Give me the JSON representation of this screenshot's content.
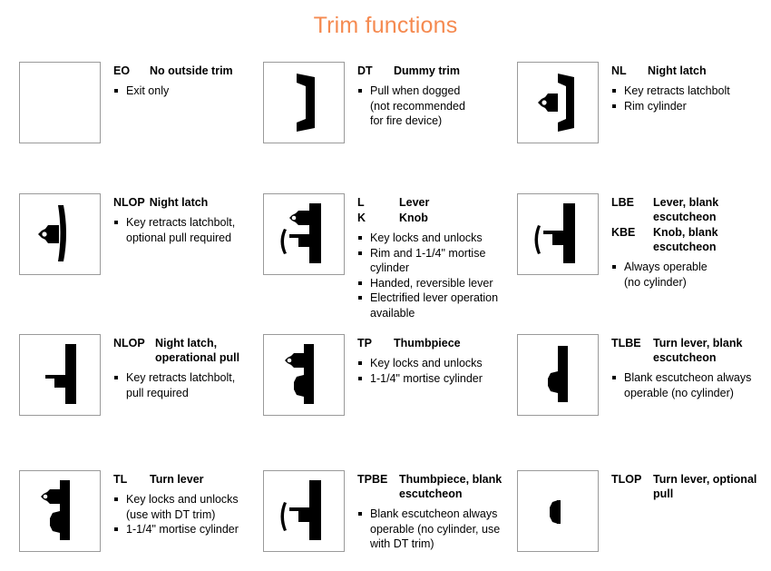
{
  "title": "Trim functions",
  "accent_color": "#f58a50",
  "box_border_color": "#9a9a9a",
  "text_color": "#000000",
  "items": [
    {
      "icon": "blank-trim-icon",
      "headings": [
        {
          "code": "EO",
          "name": "No outside trim"
        }
      ],
      "bullets": [
        "Exit only"
      ]
    },
    {
      "icon": "dummy-pull-trim-icon",
      "headings": [
        {
          "code": "DT",
          "name": "Dummy trim"
        }
      ],
      "bullets": [
        "Pull when dogged\n(not recommended\nfor fire device)"
      ]
    },
    {
      "icon": "night-latch-pull-icon",
      "headings": [
        {
          "code": "NL",
          "name": "Night latch"
        }
      ],
      "bullets": [
        "Key retracts latchbolt",
        "Rim cylinder"
      ]
    },
    {
      "icon": "night-latch-plate-icon",
      "headings": [
        {
          "code": "NLOP",
          "name": "Night latch"
        }
      ],
      "bullets": [
        "Key retracts latchbolt,\noptional pull required"
      ]
    },
    {
      "icon": "lever-knob-icon",
      "headings": [
        {
          "code": "L",
          "name": "Lever"
        },
        {
          "code": "K",
          "name": "Knob"
        }
      ],
      "bullets": [
        "Key locks and unlocks",
        "Rim and 1-1/4\" mortise\ncylinder",
        "Handed, reversible lever",
        "Electrified lever operation\navailable"
      ]
    },
    {
      "icon": "lever-blank-escutcheon-icon",
      "headings": [
        {
          "code": "LBE",
          "name": "Lever, blank\nescutcheon"
        },
        {
          "code": "KBE",
          "name": "Knob, blank\nescutcheon"
        }
      ],
      "bullets": [
        "Always operable\n(no cylinder)"
      ]
    },
    {
      "icon": "night-latch-operational-pull-icon",
      "headings": [
        {
          "code": "NLOP",
          "name": "Night latch,\n     operational pull"
        }
      ],
      "bullets": [
        "Key retracts latchbolt,\npull required"
      ]
    },
    {
      "icon": "thumbpiece-icon",
      "headings": [
        {
          "code": "TP",
          "name": "Thumbpiece"
        }
      ],
      "bullets": [
        "Key locks and unlocks",
        "1-1/4\" mortise cylinder"
      ]
    },
    {
      "icon": "turn-lever-blank-escutcheon-icon",
      "headings": [
        {
          "code": "TLBE",
          "name": "Turn lever, blank\n    escutcheon"
        }
      ],
      "bullets": [
        "Blank escutcheon always\noperable (no cylinder)"
      ]
    },
    {
      "icon": "turn-lever-icon",
      "headings": [
        {
          "code": "TL",
          "name": "Turn lever"
        }
      ],
      "bullets": [
        "Key locks and unlocks\n(use with DT trim)",
        "1-1/4\" mortise cylinder"
      ]
    },
    {
      "icon": "thumbpiece-blank-escutcheon-icon",
      "headings": [
        {
          "code": "TPBE",
          "name": "Thumbpiece, blank\n    escutcheon"
        }
      ],
      "bullets": [
        "Blank escutcheon always\noperable (no cylinder, use\nwith DT trim)"
      ]
    },
    {
      "icon": "turn-lever-optional-pull-icon",
      "headings": [
        {
          "code": "TLOP",
          "name": "Turn lever, optional\n          pull"
        }
      ],
      "bullets": []
    }
  ]
}
